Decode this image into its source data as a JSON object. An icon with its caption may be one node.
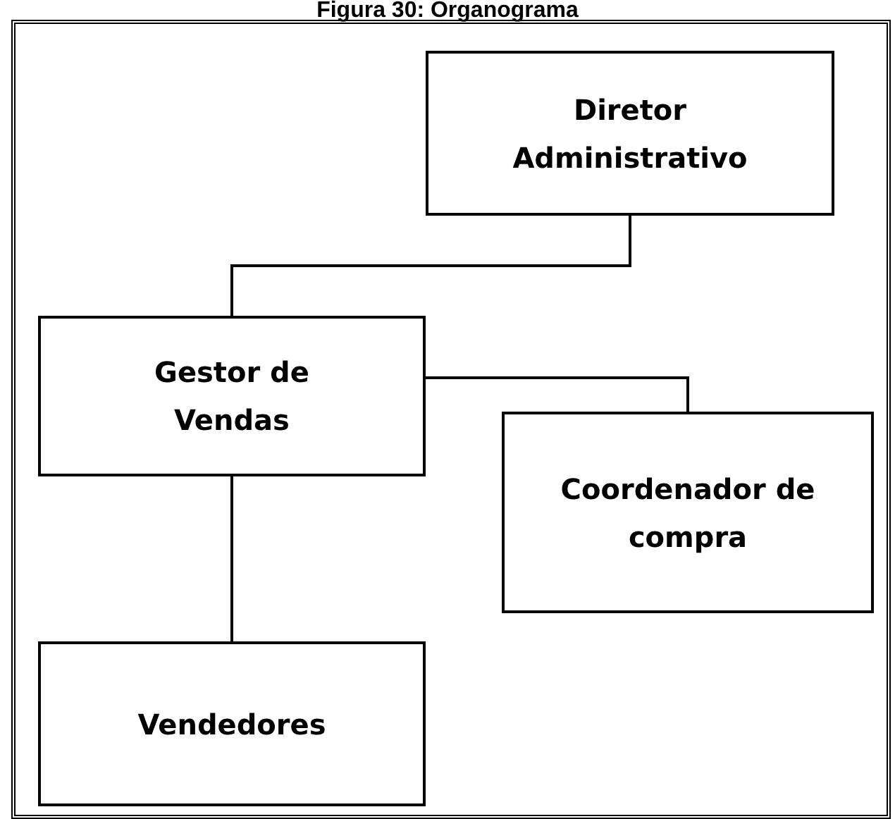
{
  "diagram": {
    "title": "Figura 30: Organograma",
    "nodes": [
      {
        "text": [
          "Diretor Administrativo"
        ]
      },
      {
        "text": [
          "Gestor de Vendas"
        ]
      },
      {
        "text": [
          "Coordenador de compra"
        ]
      },
      {
        "text": [
          "Vendedores"
        ]
      }
    ],
    "edges": [
      {
        "from": 0,
        "to": 1,
        "arrow": "none"
      },
      {
        "from": 1,
        "to": 2,
        "arrow": "none"
      },
      {
        "from": 1,
        "to": 3,
        "arrow": "none"
      }
    ]
  }
}
